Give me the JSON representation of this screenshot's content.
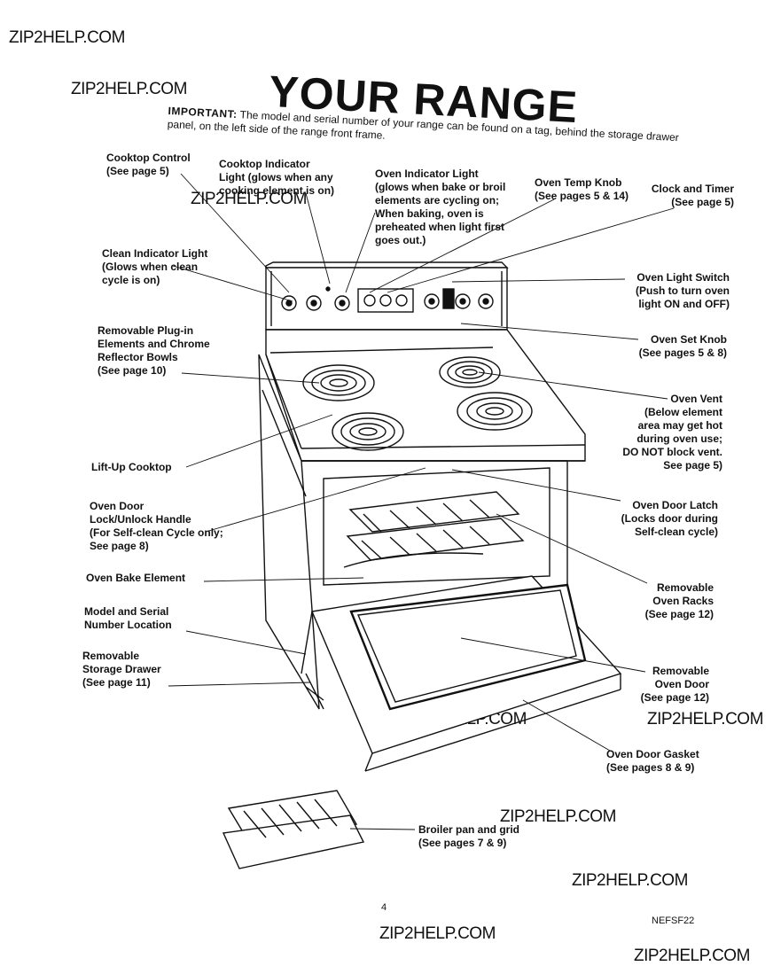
{
  "watermark": "ZIP2HELP.COM",
  "title": "YOUR RANGE",
  "important_label": "IMPORTANT:",
  "important_text": "The model and serial number of your range can be found on a tag, behind the storage drawer panel, on the left side of the range front frame.",
  "labels": {
    "cooktop_control": "Cooktop Control\n(See page 5)",
    "cooktop_indicator": "Cooktop Indicator\nLight (glows when any\ncooking element is on)",
    "oven_indicator": "Oven Indicator Light\n(glows when bake or broil\nelements are cycling on;\nWhen baking, oven is\npreheated when light first\ngoes out.)",
    "oven_temp_knob": "Oven Temp Knob\n(See pages 5 & 14)",
    "clock_timer": "Clock and Timer\n(See page 5)",
    "clean_indicator": "Clean Indicator Light\n(Glows when clean\ncycle is on)",
    "oven_light_switch": "Oven Light Switch\n(Push to turn oven\nlight ON and OFF)",
    "oven_set_knob": "Oven Set Knob\n(See pages 5 & 8)",
    "plug_in_elements": "Removable Plug-in\nElements and Chrome\nReflector Bowls\n(See page 10)",
    "oven_vent": "Oven Vent\n(Below element\narea may get hot\nduring oven use;\nDO NOT block vent.\nSee page 5)",
    "lift_up_cooktop": "Lift-Up Cooktop",
    "oven_door_lock": "Oven Door\nLock/Unlock Handle\n(For Self-clean Cycle only;\nSee page 8)",
    "oven_door_latch": "Oven Door Latch\n(Locks door during\nSelf-clean cycle)",
    "oven_bake_element": "Oven Bake Element",
    "oven_racks": "Removable\nOven Racks\n(See page 12)",
    "model_serial": "Model and Serial\nNumber Location",
    "storage_drawer": "Removable\nStorage Drawer\n(See page 11)",
    "oven_door": "Removable\nOven Door\n(See page 12)",
    "door_gasket": "Oven Door Gasket\n(See pages 8 & 9)",
    "broiler_pan": "Broiler pan and grid\n(See pages 7 & 9)"
  },
  "page_number": "4",
  "doc_code": "NEFSF22"
}
